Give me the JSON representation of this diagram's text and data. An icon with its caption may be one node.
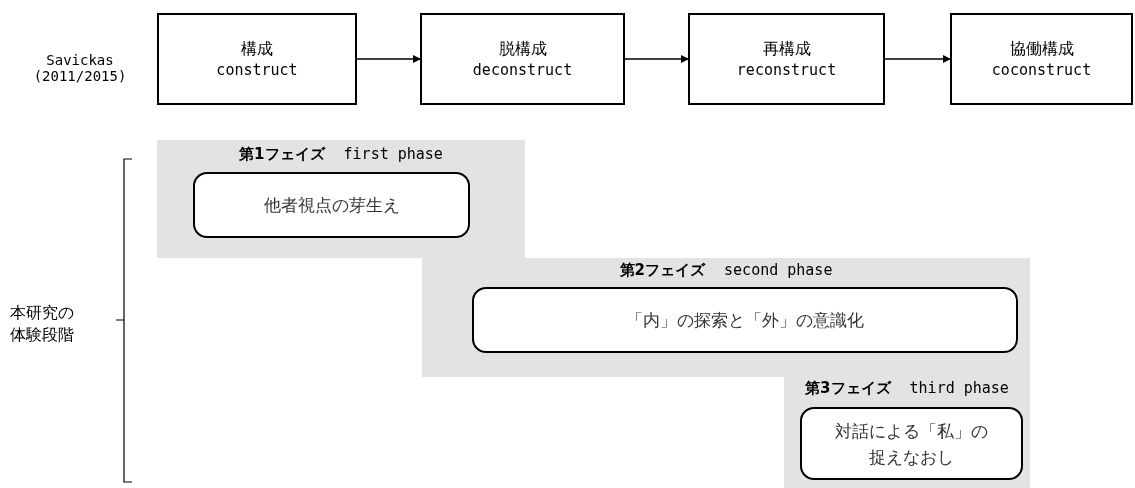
{
  "diagram": {
    "nodes": [
      {
        "text": [
          "構成",
          "construct"
        ]
      },
      {
        "text": [
          "脱構成",
          "deconstruct"
        ]
      },
      {
        "text": [
          "再構成",
          "reconstruct"
        ]
      },
      {
        "text": [
          "協働構成",
          "coconstruct"
        ]
      },
      {
        "text": [
          "**第1フェイズ** first phase"
        ]
      },
      {
        "text": [
          "他者視点の芽生え"
        ],
        "in": 4
      },
      {
        "text": [
          "**第2フェイズ** second phase"
        ]
      },
      {
        "text": [
          "「内」の探索と「外」の意識化"
        ],
        "in": 6
      },
      {
        "text": [
          "**第3フェイズ** third phase"
        ]
      },
      {
        "text": [
          "対話による「私」の捉えなおし"
        ],
        "in": 8
      }
    ],
    "edges": [
      {
        "from": 0,
        "to": 1,
        "arrow": "to"
      },
      {
        "from": 1,
        "to": 2,
        "arrow": "to"
      },
      {
        "from": 2,
        "to": 3,
        "arrow": "to"
      }
    ],
    "labels": [
      "Savickas (2011/2015)",
      "本研究の体験段階"
    ]
  }
}
